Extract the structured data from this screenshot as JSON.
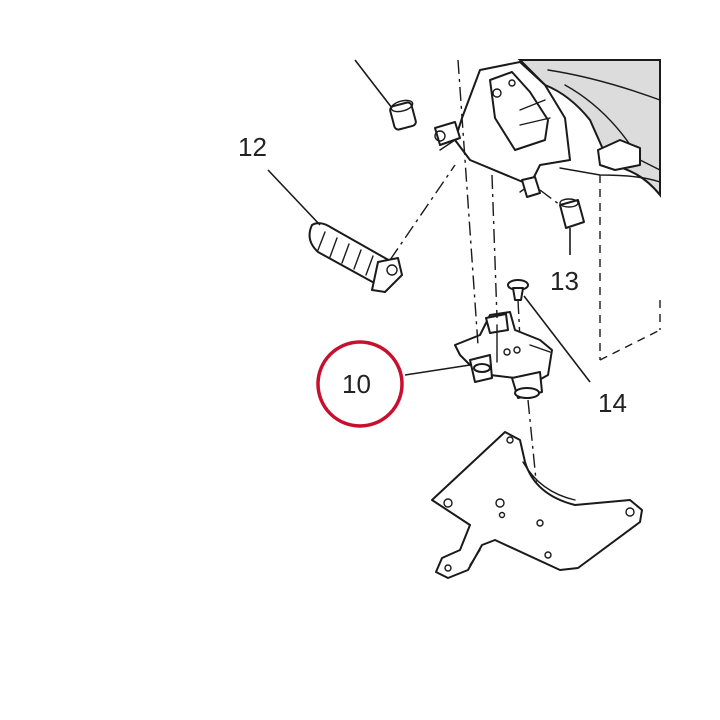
{
  "callouts": {
    "label_10": "10",
    "label_12": "12",
    "label_13": "13",
    "label_14": "14"
  },
  "colors": {
    "highlight_ring": "#c8102e",
    "line": "#1a1a1a",
    "shade": "#dcdcdc"
  }
}
